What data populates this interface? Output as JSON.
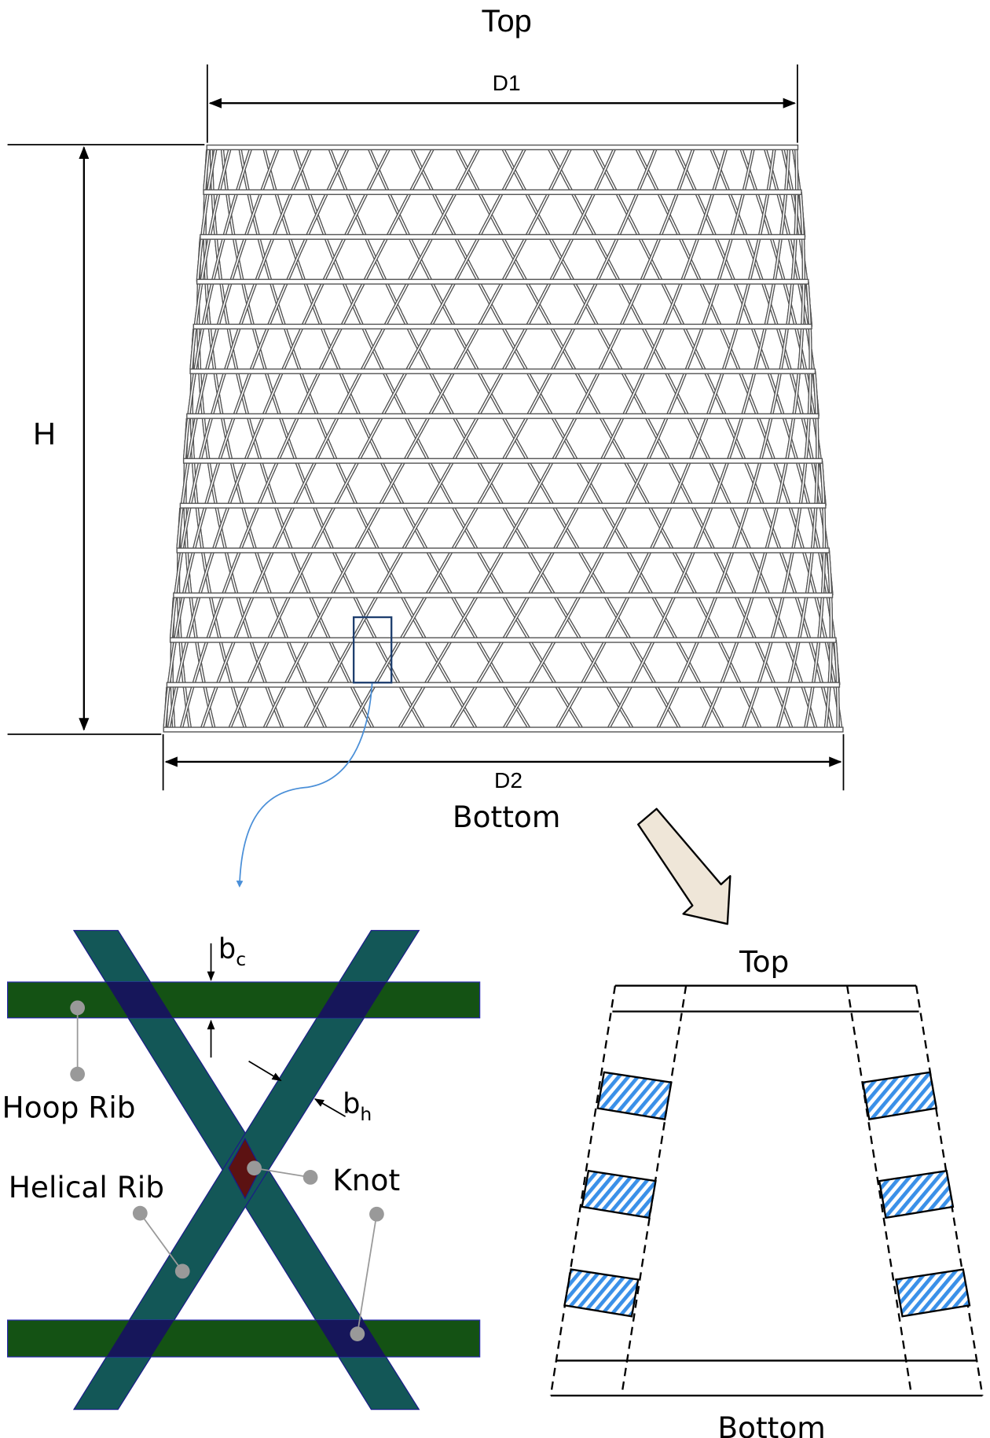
{
  "tower": {
    "top_label": "Top",
    "bottom_label": "Bottom",
    "dim_top": "D1",
    "dim_bottom": "D2",
    "dim_height": "H"
  },
  "detail": {
    "bc_main": "b",
    "bc_sub": "c",
    "bh_main": "b",
    "bh_sub": "h",
    "hoop_rib": "Hoop Rib",
    "helical_rib": "Helical Rib",
    "knot": "Knot"
  },
  "section": {
    "top_label": "Top",
    "bottom_label": "Bottom"
  },
  "colors": {
    "helical": "#135757",
    "hoop": "#145214",
    "overlap": "#16165a",
    "knot": "#5c1212",
    "hatch": "#3a90e8",
    "arrow_fill": "#efe6d8"
  }
}
